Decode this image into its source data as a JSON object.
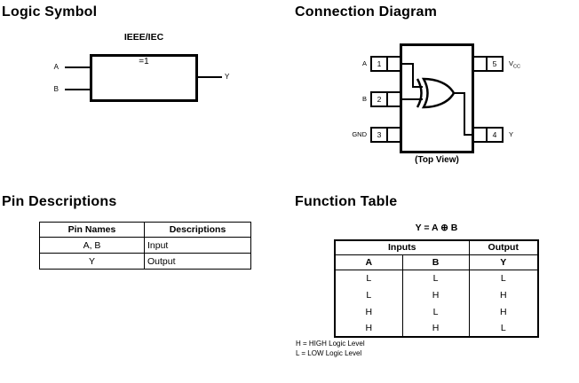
{
  "colors": {
    "ink": "#000000",
    "paper": "#ffffff"
  },
  "sections": {
    "logic_symbol": {
      "title": "Logic Symbol",
      "standard_label": "IEEE/IEC",
      "gate_label": "=1",
      "inputs": [
        "A",
        "B"
      ],
      "output": "Y"
    },
    "connection_diagram": {
      "title": "Connection Diagram",
      "caption": "(Top View)",
      "pins_left": [
        {
          "number": "1",
          "name": "A"
        },
        {
          "number": "2",
          "name": "B"
        },
        {
          "number": "3",
          "name": "GND"
        }
      ],
      "pins_right": [
        {
          "number": "5",
          "label_main": "V",
          "label_sub": "CC"
        },
        {
          "number": "4",
          "label_main": "Y",
          "label_sub": ""
        }
      ]
    },
    "pin_descriptions": {
      "title": "Pin Descriptions",
      "table": {
        "headers": [
          "Pin Names",
          "Descriptions"
        ],
        "rows": [
          [
            "A, B",
            "Input"
          ],
          [
            "Y",
            "Output"
          ]
        ]
      }
    },
    "function_table": {
      "title": "Function Table",
      "equation": "Y = A ⊕ B",
      "group_headers": [
        "Inputs",
        "Output"
      ],
      "column_headers": [
        "A",
        "B",
        "Y"
      ],
      "rows": [
        [
          "L",
          "L",
          "L"
        ],
        [
          "L",
          "H",
          "H"
        ],
        [
          "H",
          "L",
          "H"
        ],
        [
          "H",
          "H",
          "L"
        ]
      ],
      "notes": [
        "H = HIGH Logic Level",
        "L = LOW Logic Level"
      ]
    }
  }
}
